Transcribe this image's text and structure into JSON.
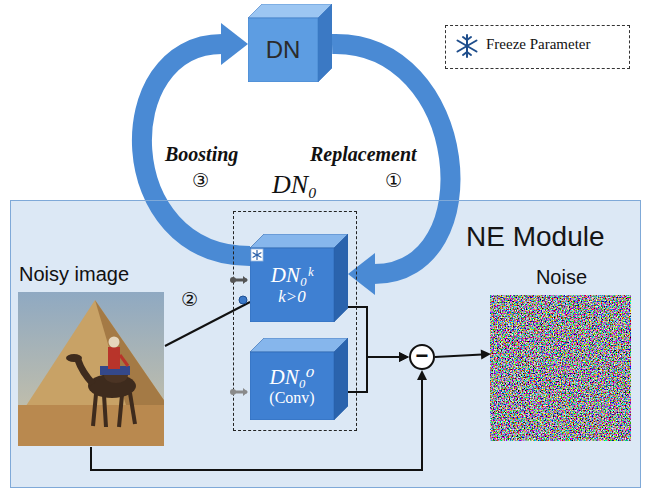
{
  "diagram": {
    "nodes": [
      {
        "text": [
          "DN"
        ]
      },
      {
        "text": [
          "NE Module"
        ]
      },
      {
        "text": [
          "DN₀"
        ],
        "in": 1
      },
      {
        "text": [
          "DN₀ᵏ",
          "k>0"
        ],
        "in": 2
      },
      {
        "text": [
          "DN₀⁰",
          "(Conv)"
        ],
        "in": 2
      },
      {
        "text": [
          "Noisy image"
        ],
        "in": 1
      },
      {
        "text": [
          "Noise"
        ],
        "in": 1
      },
      {
        "text": [
          "−"
        ],
        "in": 1
      }
    ],
    "edges": [
      {
        "from": 0,
        "to": 3,
        "label": "Replacement",
        "arrow": "to"
      },
      {
        "from": 3,
        "to": 0,
        "label": "Boosting",
        "arrow": "to"
      },
      {
        "from": 5,
        "to": 3,
        "arrow": "none"
      },
      {
        "from": 3,
        "to": 7,
        "arrow": "to"
      },
      {
        "from": 4,
        "to": 7,
        "arrow": "to"
      },
      {
        "from": 5,
        "to": 7,
        "arrow": "to"
      },
      {
        "from": 7,
        "to": 6,
        "arrow": "to"
      }
    ],
    "labels": [
      "①",
      "②",
      "③"
    ],
    "legend": [
      {
        "text": "Freeze Parameter"
      }
    ]
  }
}
